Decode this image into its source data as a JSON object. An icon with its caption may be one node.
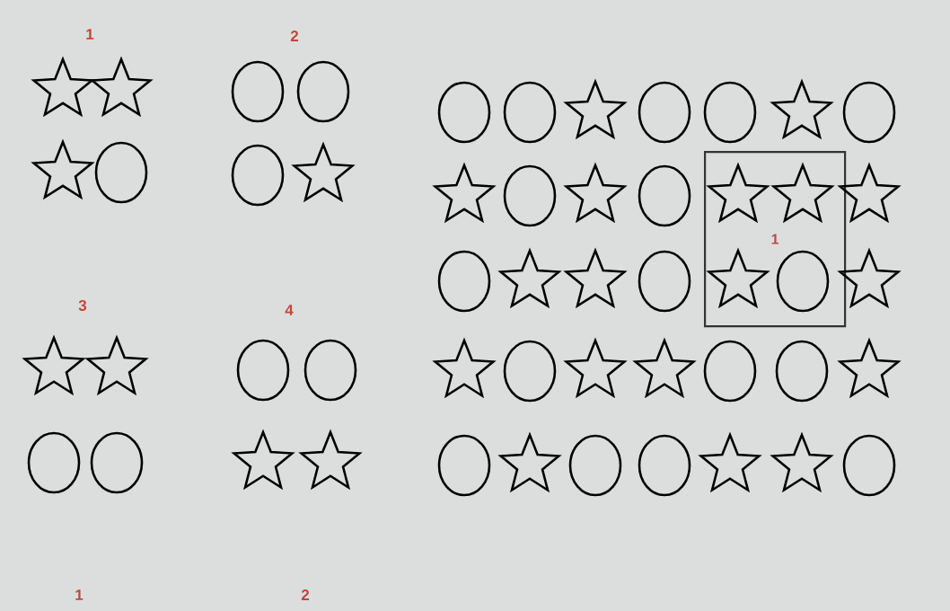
{
  "diagram": {
    "nodes": [
      {
        "text": [],
        "shape": "star"
      },
      {
        "text": [],
        "shape": "star"
      },
      {
        "text": [],
        "shape": "star"
      },
      {
        "text": [],
        "shape": "circle"
      },
      {
        "text": [],
        "shape": "circle"
      },
      {
        "text": [],
        "shape": "circle"
      },
      {
        "text": [],
        "shape": "circle"
      },
      {
        "text": [],
        "shape": "star"
      },
      {
        "text": [],
        "shape": "star"
      },
      {
        "text": [],
        "shape": "star"
      },
      {
        "text": [],
        "shape": "circle"
      },
      {
        "text": [],
        "shape": "circle"
      },
      {
        "text": [],
        "shape": "circle"
      },
      {
        "text": [],
        "shape": "circle"
      },
      {
        "text": [],
        "shape": "star"
      },
      {
        "text": [],
        "shape": "star"
      },
      {
        "text": [],
        "shape": "circle"
      },
      {
        "text": [],
        "shape": "circle"
      },
      {
        "text": [],
        "shape": "star"
      },
      {
        "text": [],
        "shape": "circle"
      },
      {
        "text": [],
        "shape": "circle"
      },
      {
        "text": [],
        "shape": "star"
      },
      {
        "text": [],
        "shape": "circle"
      },
      {
        "text": [],
        "shape": "star"
      },
      {
        "text": [],
        "shape": "circle"
      },
      {
        "text": [],
        "shape": "star"
      },
      {
        "text": [],
        "shape": "circle"
      },
      {
        "text": [
          "1"
        ]
      },
      {
        "text": [],
        "shape": "star",
        "in": 27
      },
      {
        "text": [],
        "shape": "star",
        "in": 27
      },
      {
        "text": [],
        "shape": "star"
      },
      {
        "text": [],
        "shape": "circle"
      },
      {
        "text": [],
        "shape": "star"
      },
      {
        "text": [],
        "shape": "star"
      },
      {
        "text": [],
        "shape": "circle"
      },
      {
        "text": [],
        "shape": "star",
        "in": 27
      },
      {
        "text": [],
        "shape": "circle",
        "in": 27
      },
      {
        "text": [],
        "shape": "star"
      },
      {
        "text": [],
        "shape": "star"
      },
      {
        "text": [],
        "shape": "circle"
      },
      {
        "text": [],
        "shape": "star"
      },
      {
        "text": [],
        "shape": "star"
      },
      {
        "text": [],
        "shape": "circle"
      },
      {
        "text": [],
        "shape": "circle"
      },
      {
        "text": [],
        "shape": "star"
      },
      {
        "text": [],
        "shape": "circle"
      },
      {
        "text": [],
        "shape": "star"
      },
      {
        "text": [],
        "shape": "circle"
      },
      {
        "text": [],
        "shape": "circle"
      },
      {
        "text": [],
        "shape": "star"
      },
      {
        "text": [],
        "shape": "star"
      },
      {
        "text": [],
        "shape": "circle"
      }
    ],
    "labels": [
      "1",
      "2",
      "3",
      "4",
      "1",
      "2"
    ]
  }
}
